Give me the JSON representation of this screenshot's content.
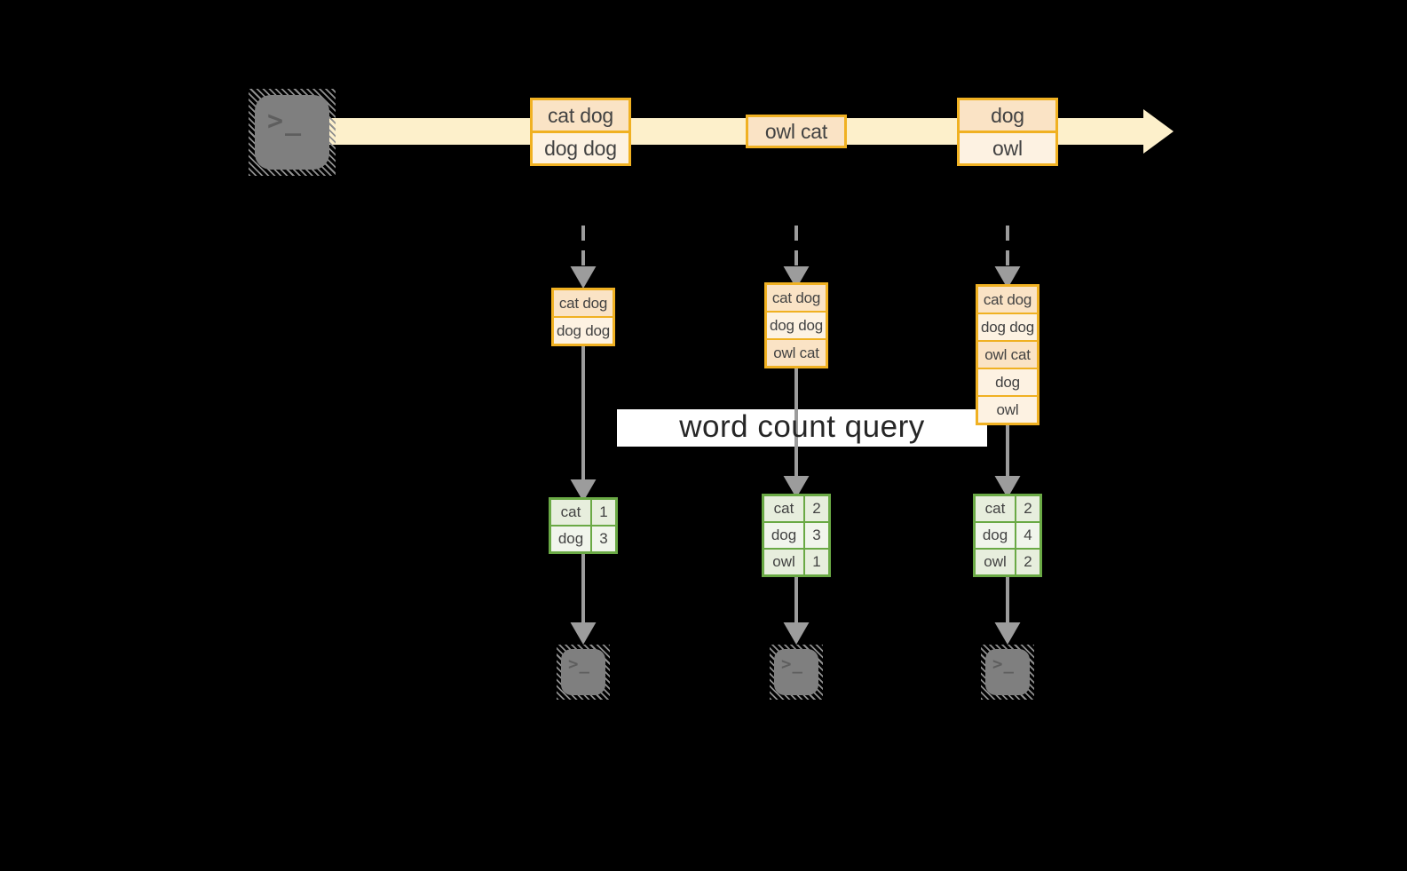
{
  "colors": {
    "bg": "#000000",
    "stream-fill": "#fdf0cb",
    "orange": "#f0b122",
    "peach": "#fae3c5",
    "cream": "#fdf2e2",
    "green": "#6aa945",
    "sage": "#e7eedd",
    "sage-light": "#f1f5ec",
    "gray-arrow": "#9c9c9c",
    "terminal-fill": "#7f7f7f",
    "terminal-glyph": "#5e5e5e",
    "ink": "#424242",
    "query-ink": "#262626",
    "white": "#ffffff"
  },
  "query": {
    "label": "word count query"
  },
  "terminal": {
    "glyph": ">_"
  },
  "stream": {
    "events": [
      {
        "rows": [
          {
            "text": "cat dog",
            "shade": "dark"
          },
          {
            "text": "dog dog",
            "shade": "light"
          }
        ]
      },
      {
        "rows": [
          {
            "text": "owl cat",
            "shade": "dark"
          }
        ]
      },
      {
        "rows": [
          {
            "text": "dog",
            "shade": "dark"
          },
          {
            "text": "owl",
            "shade": "light"
          }
        ]
      }
    ]
  },
  "snapshots": [
    {
      "rows": [
        {
          "text": "cat dog",
          "shade": "dark"
        },
        {
          "text": "dog dog",
          "shade": "light"
        }
      ]
    },
    {
      "rows": [
        {
          "text": "cat dog",
          "shade": "dark"
        },
        {
          "text": "dog dog",
          "shade": "light"
        },
        {
          "text": "owl cat",
          "shade": "dark"
        }
      ]
    },
    {
      "rows": [
        {
          "text": "cat dog",
          "shade": "dark"
        },
        {
          "text": "dog dog",
          "shade": "light"
        },
        {
          "text": "owl cat",
          "shade": "dark"
        },
        {
          "text": "dog",
          "shade": "light"
        },
        {
          "text": "owl",
          "shade": "light"
        }
      ]
    }
  ],
  "counts": [
    {
      "rows": [
        {
          "word": "cat",
          "count": "1",
          "shade": "dark"
        },
        {
          "word": "dog",
          "count": "3",
          "shade": "light"
        }
      ]
    },
    {
      "rows": [
        {
          "word": "cat",
          "count": "2",
          "shade": "dark"
        },
        {
          "word": "dog",
          "count": "3",
          "shade": "light"
        },
        {
          "word": "owl",
          "count": "1",
          "shade": "dark"
        }
      ]
    },
    {
      "rows": [
        {
          "word": "cat",
          "count": "2",
          "shade": "dark"
        },
        {
          "word": "dog",
          "count": "4",
          "shade": "light"
        },
        {
          "word": "owl",
          "count": "2",
          "shade": "dark"
        }
      ]
    }
  ]
}
